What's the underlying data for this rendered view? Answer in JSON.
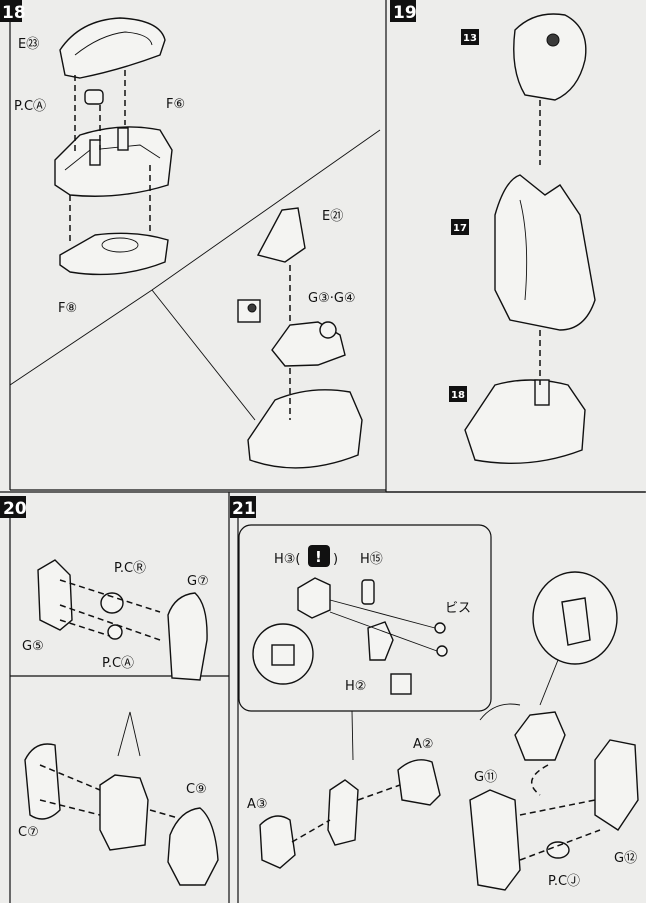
{
  "steps": {
    "s18": "18",
    "s19": "19",
    "s20": "20",
    "s21": "21"
  },
  "labels": {
    "e23": "E㉓",
    "pca_18": "P.CⒶ",
    "f6": "F⑥",
    "f8": "F⑧",
    "e21": "E㉑",
    "g3g4": "G③·G④",
    "b13": "13",
    "b17": "17",
    "b18": "18",
    "pcr": "P.CⓇ",
    "g7": "G⑦",
    "g5": "G⑤",
    "pca_20": "P.CⒶ",
    "c7": "C⑦",
    "c9": "C⑨",
    "h3": "H③(",
    "h3_close": ")",
    "h15": "H⑮",
    "bisu": "ビス",
    "h2": "H②",
    "a2": "A②",
    "a3": "A③",
    "g11": "G⑪",
    "g12": "G⑫",
    "pcj": "P.CⒿ"
  },
  "icons": {
    "caution": "!"
  },
  "colors": {
    "paper": "#ededeb",
    "ink": "#111111"
  }
}
